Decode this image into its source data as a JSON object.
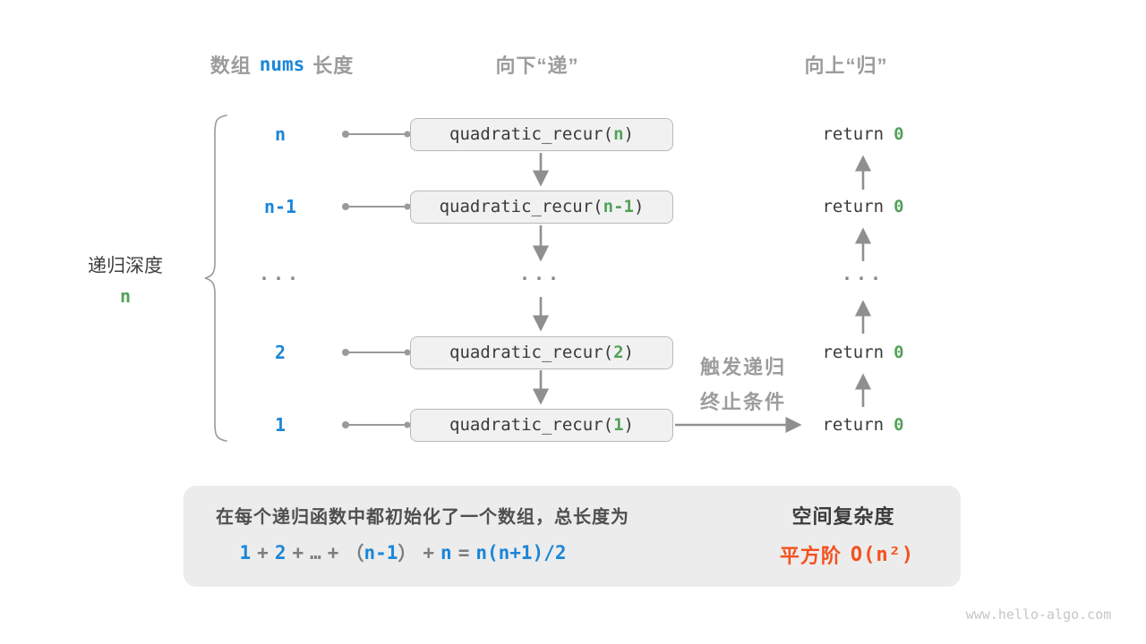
{
  "headers": {
    "col1_prefix": "数组",
    "col1_code": "nums",
    "col1_suffix": "长度",
    "col2": "向下“递”",
    "col3": "向上“归”"
  },
  "left_brace": {
    "depth_label": "递归深度",
    "depth_value": "n"
  },
  "rows": [
    {
      "label": "n",
      "call_left": "quadratic_recur(",
      "call_arg": "n",
      "call_right": ")",
      "ret_kw": "return",
      "ret_val": "0"
    },
    {
      "label": "n-1",
      "call_left": "quadratic_recur(",
      "call_arg": "n-1",
      "call_right": ")",
      "ret_kw": "return",
      "ret_val": "0"
    },
    {
      "label": "...",
      "mid_ellipsis": "...",
      "ret_ellipsis": "..."
    },
    {
      "label": "2",
      "call_left": "quadratic_recur(",
      "call_arg": "2",
      "call_right": ")",
      "ret_kw": "return",
      "ret_val": "0"
    },
    {
      "label": "1",
      "call_left": "quadratic_recur(",
      "call_arg": "1",
      "call_right": ")",
      "ret_kw": "return",
      "ret_val": "0"
    }
  ],
  "annotation": {
    "line1": "触发递归",
    "line2": "终止条件"
  },
  "summary": {
    "line1": "在每个递归函数中都初始化了一个数组，总长度为",
    "formula": [
      {
        "t": "1",
        "c": "blue"
      },
      {
        "t": "+",
        "c": "gray"
      },
      {
        "t": "2",
        "c": "blue"
      },
      {
        "t": "+",
        "c": "gray"
      },
      {
        "t": "…",
        "c": "gray"
      },
      {
        "t": "+",
        "c": "gray"
      },
      {
        "t": "（",
        "c": "gray"
      },
      {
        "t": "n-1",
        "c": "blue"
      },
      {
        "t": "）",
        "c": "gray"
      },
      {
        "t": "+",
        "c": "gray"
      },
      {
        "t": "n",
        "c": "blue"
      },
      {
        "t": "=",
        "c": "gray"
      },
      {
        "t": "n(n+1)/2",
        "c": "blue"
      }
    ],
    "result_title": "空间复杂度",
    "result_value_zh": "平方阶",
    "result_value_o": "O(n²)"
  },
  "watermark": "www.hello-algo.com",
  "colors": {
    "blue": "#1A86D9",
    "green": "#53A158",
    "orange": "#F4511E",
    "heading_gray": "#9C9C9C",
    "box_fill": "#F1F1F1",
    "box_border": "#B9B9B9",
    "panel_fill": "#ECECEC"
  }
}
